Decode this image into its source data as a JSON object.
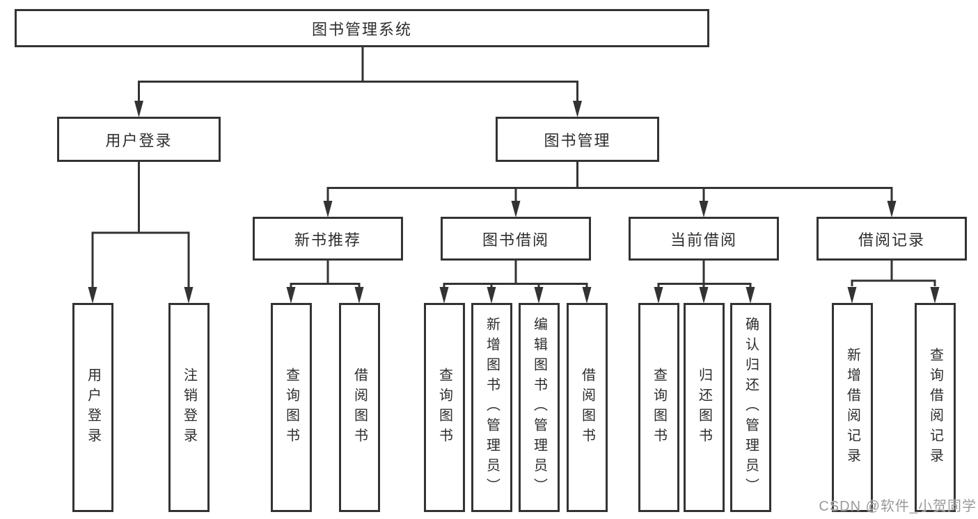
{
  "diagram": {
    "root": {
      "label": "图书管理系统"
    },
    "level2": [
      {
        "label": "用户登录"
      },
      {
        "label": "图书管理"
      }
    ],
    "level3": [
      {
        "label": "新书推荐"
      },
      {
        "label": "图书借阅"
      },
      {
        "label": "当前借阅"
      },
      {
        "label": "借阅记录"
      }
    ],
    "groups": {
      "login": [
        {
          "label": "用户登录"
        },
        {
          "label": "注销登录"
        }
      ],
      "recommend": [
        {
          "label": "查询图书"
        },
        {
          "label": "借阅图书"
        }
      ],
      "borrow": [
        {
          "label": "查询图书"
        },
        {
          "label": "新增图书（管理员）"
        },
        {
          "label": "编辑图书（管理员）"
        },
        {
          "label": "借阅图书"
        }
      ],
      "current": [
        {
          "label": "查询图书"
        },
        {
          "label": "归还图书"
        },
        {
          "label": "确认归还（管理员）"
        }
      ],
      "records": [
        {
          "label": "新增借阅记录"
        },
        {
          "label": "查询借阅记录"
        }
      ]
    }
  },
  "watermark": {
    "text": "CSDN @软件_小贺同学"
  },
  "colors": {
    "line": "#333333",
    "text": "#2d2d2d",
    "background": "#ffffff",
    "watermark": "#9a9a9a"
  }
}
